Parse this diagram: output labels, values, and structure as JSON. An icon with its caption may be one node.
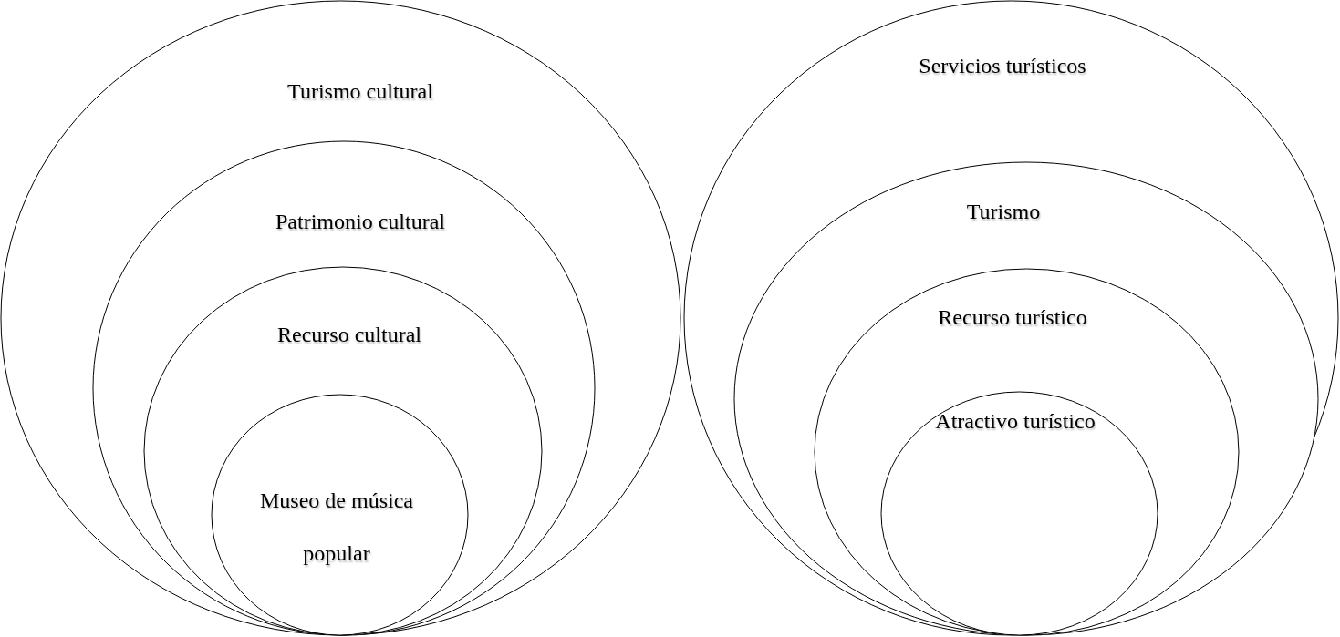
{
  "diagram": {
    "nodes": [
      {
        "text": [
          "Turismo cultural"
        ]
      },
      {
        "text": [
          "Patrimonio cultural"
        ],
        "in": 0
      },
      {
        "text": [
          "Recurso cultural"
        ],
        "in": 1
      },
      {
        "text": [
          "Museo de música popular"
        ],
        "in": 2
      },
      {
        "text": [
          "Servicios turísticos"
        ]
      },
      {
        "text": [
          "Turismo"
        ],
        "in": 4
      },
      {
        "text": [
          "Recurso turístico"
        ],
        "in": 5
      },
      {
        "text": [
          "Atractivo turístico"
        ],
        "in": 6
      }
    ]
  }
}
